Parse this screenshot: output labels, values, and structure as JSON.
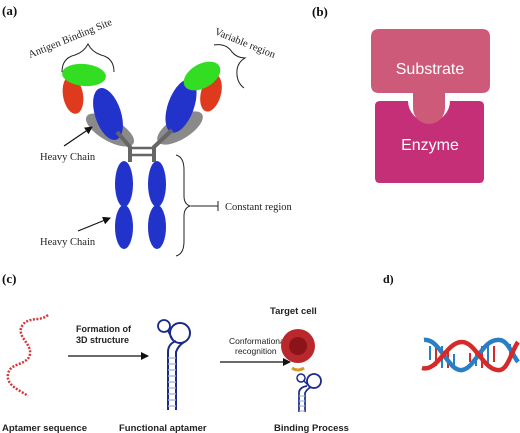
{
  "panels": {
    "a": {
      "label": "(a)",
      "antigen_binding_site": "Antigen Binding Site",
      "variable_region": "Variable region",
      "heavy_chain_upper": "Heavy Chain",
      "heavy_chain_lower": "Heavy Chain",
      "constant_region": "Constant region"
    },
    "b": {
      "label": "(b)",
      "substrate": "Substrate",
      "enzyme": "Enzyme"
    },
    "c": {
      "label": "(c)",
      "formation_line1": "Formation of",
      "formation_line2": "3D structure",
      "conformational_line1": "Conformational",
      "conformational_line2": "recognition",
      "target_cell": "Target cell",
      "aptamer_sequence": "Aptamer sequence",
      "functional_aptamer": "Functional aptamer",
      "binding_process": "Binding Process"
    },
    "d": {
      "label": "d)"
    }
  },
  "colors": {
    "antibody_blue": "#2233cc",
    "antibody_green": "#33dd22",
    "antibody_red": "#e03a1e",
    "antibody_gray": "#8a8a8a",
    "substrate": "#cc5a78",
    "enzyme": "#c42f78",
    "aptamer_red": "#d23a3a",
    "target_cell": "#b8282c",
    "dna_red": "#d42a2a",
    "dna_blue": "#2a7fc4"
  }
}
